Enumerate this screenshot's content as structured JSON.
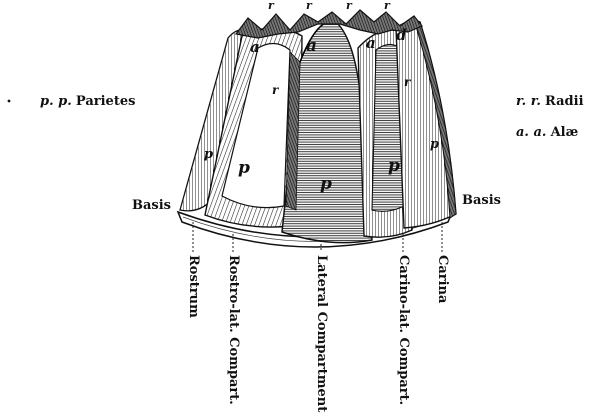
{
  "legend": {
    "parietes_letters": "p. p.",
    "parietes_text": "Parietes",
    "radii_letters": "r. r.",
    "radii_text": "Radii",
    "alae_letters": "a. a.",
    "alae_text": "Alæ"
  },
  "basis_left": "Basis",
  "basis_right": "Basis",
  "compartments": [
    "Rostrum",
    "Rostro-lat. Compart.",
    "Lateral Compartment",
    "Carino-lat. Compart.",
    "Carina"
  ],
  "plate_letters": {
    "p": "p",
    "a": "a",
    "r": "r",
    "d": "d"
  }
}
